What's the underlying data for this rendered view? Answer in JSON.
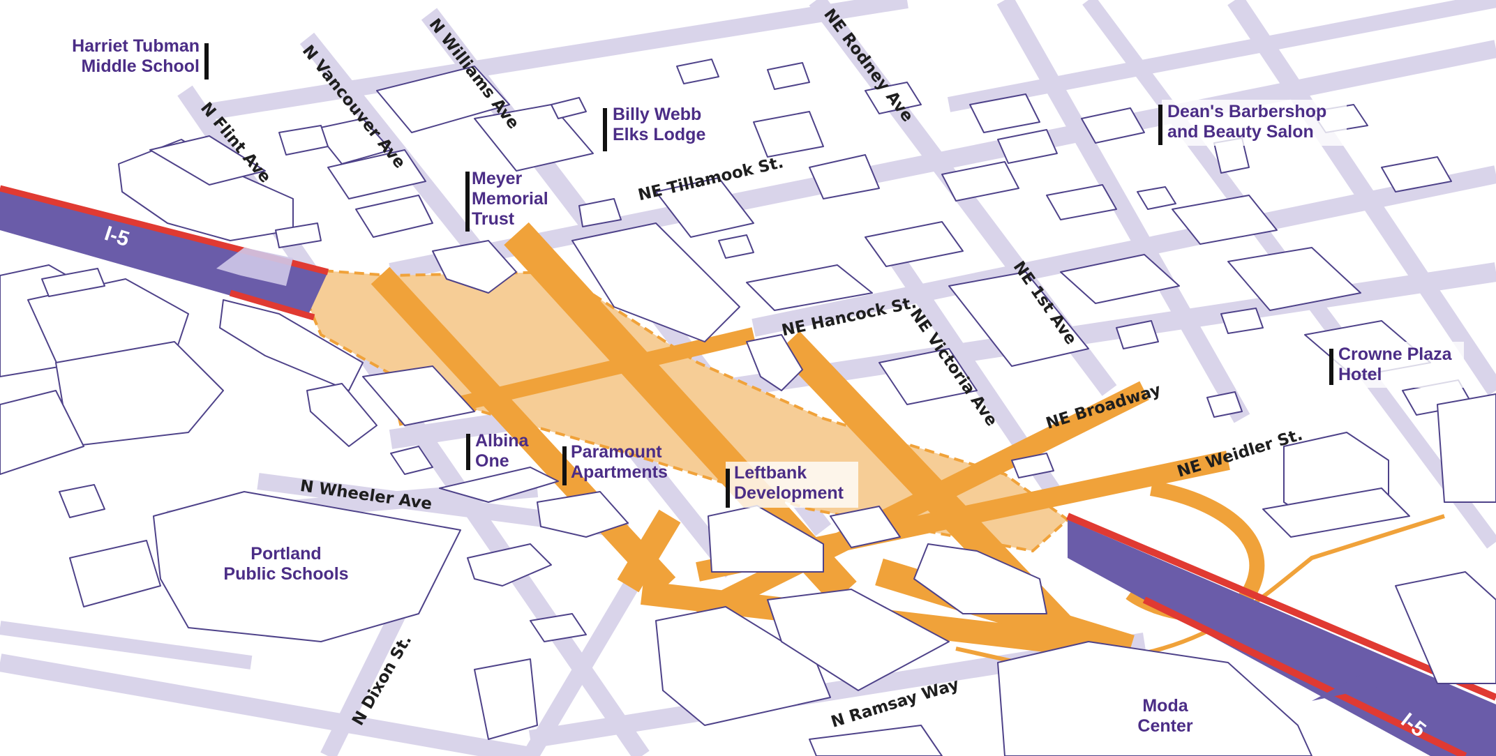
{
  "landmarks": {
    "harriet_tubman": [
      "Harriet Tubman",
      "Middle School"
    ],
    "billy_webb": [
      "Billy Webb",
      "Elks Lodge"
    ],
    "meyer": [
      "Meyer",
      "Memorial",
      "Trust"
    ],
    "deans": [
      "Dean's Barbershop",
      "and Beauty Salon"
    ],
    "crowne": [
      "Crowne Plaza",
      "Hotel"
    ],
    "albina": [
      "Albina",
      "One"
    ],
    "paramount": [
      "Paramount",
      "Apartments"
    ],
    "leftbank": [
      "Leftbank",
      "Development"
    ],
    "pps": [
      "Portland",
      "Public Schools"
    ],
    "moda": [
      "Moda",
      "Center"
    ]
  },
  "streets": {
    "n_williams": "N Williams Ave",
    "n_vancouver": "N Vancouver Ave",
    "n_flint": "N Flint Ave",
    "ne_rodney": "NE Rodney Ave",
    "ne_tillamook": "NE Tillamook St.",
    "ne_hancock": "NE Hancock St.",
    "ne_victoria": "NE Victoria Ave",
    "ne_1st": "NE 1st Ave",
    "ne_broadway": "NE Broadway",
    "ne_weidler": "NE Weidler St.",
    "n_wheeler": "N Wheeler Ave",
    "n_dixon": "N Dixon St.",
    "n_ramsay": "N Ramsay Way"
  },
  "highway_labels": {
    "west": "I-5",
    "east": "I-5"
  },
  "colors": {
    "street": "#d9d4ea",
    "street_edge": "#a9a2c9",
    "project_road": "#f0a23a",
    "project_area": "#f6cd96",
    "highway_fill": "#6a5ca9",
    "highway_edge": "#e03a32",
    "building_fill": "#ffffff",
    "building_stroke": "#4e4289",
    "label_purple": "#4b2d86"
  }
}
